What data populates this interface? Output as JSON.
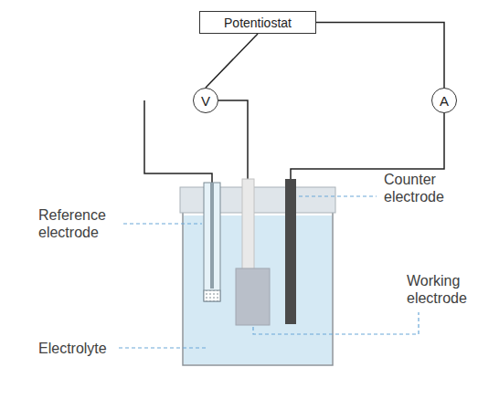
{
  "diagram": {
    "nodes": [
      {
        "text": [
          "Potentiostat"
        ]
      },
      {
        "text": [
          "V"
        ]
      },
      {
        "text": [
          "A"
        ]
      }
    ],
    "edges": [
      {
        "from": 0,
        "to": 1,
        "arrow": "none"
      },
      {
        "from": 0,
        "to": 2,
        "arrow": "none"
      }
    ],
    "labels": [
      "Counter electrode",
      "Reference electrode",
      "Working electrode",
      "Electrolyte"
    ]
  }
}
